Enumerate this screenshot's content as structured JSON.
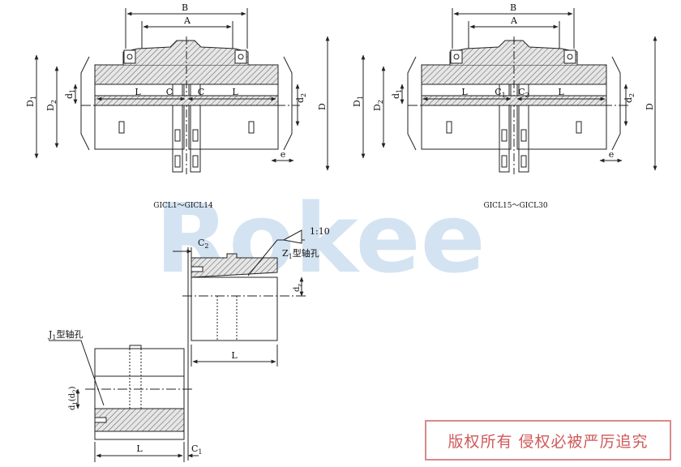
{
  "watermark": {
    "text": "Rokee",
    "color": "#cfe0f0"
  },
  "copyright_stamp": {
    "text": "版权所有 侵权必被严厉追究",
    "color": "#cf5a5a"
  },
  "views": {
    "left": {
      "caption": "GICL1～GICL14",
      "dims": {
        "B": "B",
        "A": "A",
        "L1": "L",
        "C1": "C",
        "C2": "C",
        "L2": "L",
        "D1": "D",
        "D1_sub": "1",
        "D2": "D",
        "D2_sub": "2",
        "d1": "d",
        "d1_sub": "1",
        "d2": "d",
        "d2_sub": "2",
        "D": "D",
        "e": "e"
      }
    },
    "right": {
      "caption": "GICL15～GICL30",
      "dims": {
        "B": "B",
        "A": "A",
        "L1": "L",
        "C1": "C",
        "C1_sub": "1",
        "C2": "C",
        "C2_sub": "2",
        "L2": "L",
        "D1": "D",
        "D1_sub": "1",
        "D2": "D",
        "D2_sub": "2",
        "d1": "d",
        "d1_sub": "1",
        "d2": "d",
        "d2_sub": "2",
        "D": "D",
        "e": "e"
      }
    }
  },
  "hub_details": {
    "taper": "1:10",
    "z1_label": "Z",
    "z1_sub": "1",
    "z1_suffix": "型轴孔",
    "c2": "C",
    "c2_sub": "2",
    "dz": "d",
    "dz_sub": "z",
    "l_upper": "L",
    "j1_label": "J",
    "j1_sub": "1",
    "j1_suffix": "型轴孔",
    "d1d2": "d",
    "d1d2_sub": "1",
    "d1d2_paren": "(d",
    "d1d2_paren_sub": "2",
    "d1d2_close": ")",
    "l_lower": "L",
    "c1": "C",
    "c1_sub": "1"
  }
}
